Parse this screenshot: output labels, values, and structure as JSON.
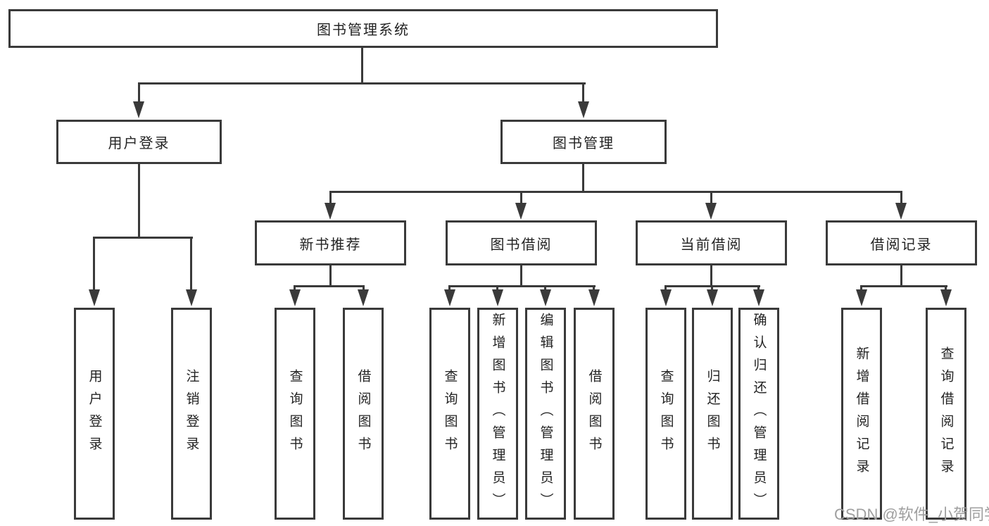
{
  "colors": {
    "line": "#3a3a3a",
    "text": "#232323",
    "background": "#ffffff",
    "watermark": "#9f9f9f"
  },
  "nodes": {
    "root": "图书管理系统",
    "level2": [
      "用户登录",
      "图书管理"
    ],
    "level3": [
      "新书推荐",
      "图书借阅",
      "当前借阅",
      "借阅记录"
    ],
    "leaves": {
      "user_login": [
        "用户登录",
        "注销登录"
      ],
      "new_book_recommend": [
        "查询图书",
        "借阅图书"
      ],
      "book_borrow": [
        "查询图书",
        "新增图书（管理员）",
        "编辑图书（管理员）",
        "借阅图书"
      ],
      "current_borrow": [
        "查询图书",
        "归还图书",
        "确认归还（管理员）"
      ],
      "borrow_records": [
        "新增借阅记录",
        "查询借阅记录"
      ]
    }
  },
  "watermark": "CSDN @软件_小贺同学"
}
